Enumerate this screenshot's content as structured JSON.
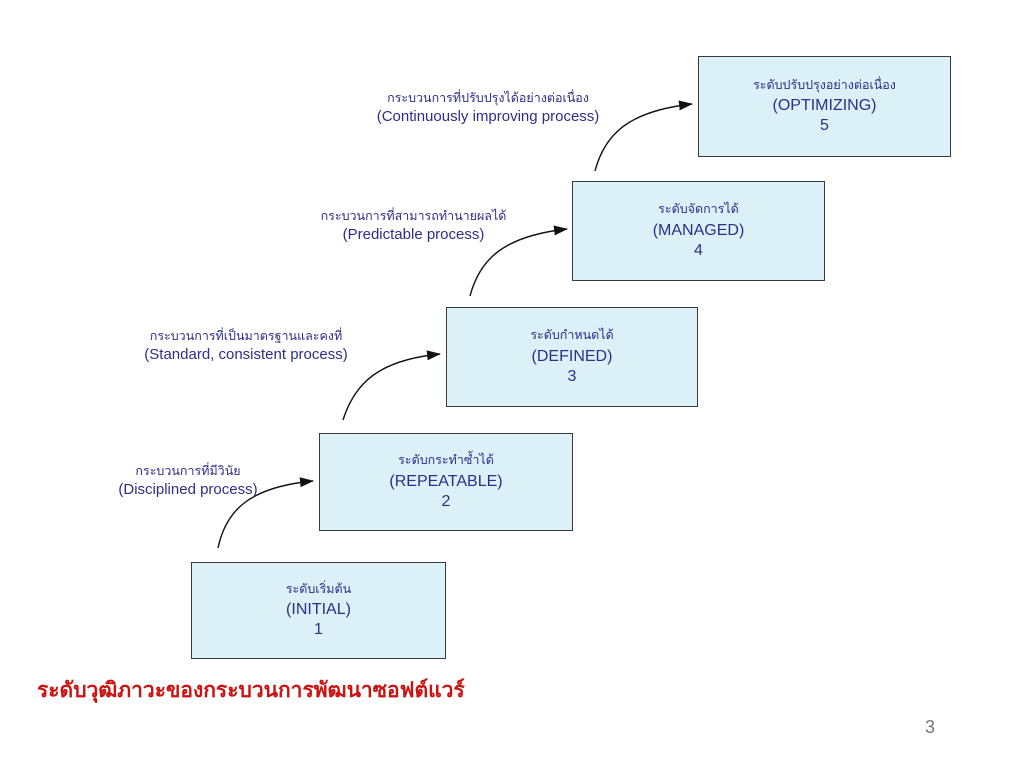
{
  "levels": [
    {
      "thai": "ระดับเริ่มต้น",
      "en": "(INITIAL)",
      "num": "1"
    },
    {
      "thai": "ระดับกระทำซ้ำได้",
      "en": "(REPEATABLE)",
      "num": "2"
    },
    {
      "thai": "ระดับกำหนดได้",
      "en": "(DEFINED)",
      "num": "3"
    },
    {
      "thai": "ระดับจัดการได้",
      "en": "(MANAGED)",
      "num": "4"
    },
    {
      "thai": "ระดับปรับปรุงอย่างต่อเนื่อง",
      "en": "(OPTIMIZING)",
      "num": "5"
    }
  ],
  "processes": [
    {
      "thai": "กระบวนการที่มีวินัย",
      "en": "(Disciplined process)"
    },
    {
      "thai": "กระบวนการที่เป็นมาตรฐานและคงที่",
      "en": "(Standard, consistent process)"
    },
    {
      "thai": "กระบวนการที่สามารถทำนายผลได้",
      "en": "(Predictable process)"
    },
    {
      "thai": "กระบวนการที่ปรับปรุงได้อย่างต่อเนื่อง",
      "en": "(Continuously improving process)"
    }
  ],
  "caption": "ระดับวุฒิภาวะของกระบวนการพัฒนาซอฟต์แวร์",
  "page_number": "3",
  "colors": {
    "box_fill": "#dcf0f8",
    "box_border": "#3a3a3a",
    "text": "#2e2e8a",
    "caption": "#cc1111",
    "arrow": "#111111"
  }
}
